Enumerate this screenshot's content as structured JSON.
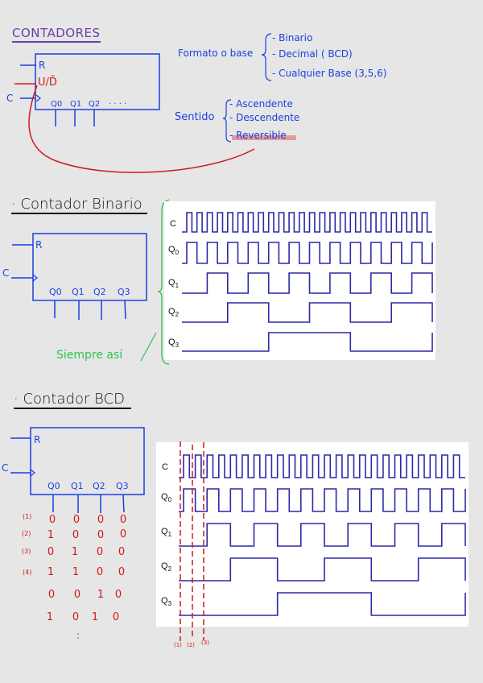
{
  "section1": {
    "title": "CONTADORES",
    "block": {
      "pins": {
        "reset": "R",
        "updown": "U/D̄",
        "clock": "C"
      },
      "outputs": [
        "Q0",
        "Q1",
        "Q2",
        "· · · ·"
      ]
    },
    "formato": {
      "label": "Formato o base",
      "items": [
        "- Binario",
        "- Decimal ( BCD)",
        "- Cualquier Base  (3,5,6)"
      ]
    },
    "sentido": {
      "label": "Sentido",
      "items": [
        "- Ascendente",
        "- Descendente",
        "- Reversible"
      ],
      "highlighted_index": 2
    }
  },
  "section2": {
    "title": "· Contador Binario",
    "block": {
      "pins": {
        "reset": "R",
        "clock": "C"
      },
      "outputs": [
        "Q0",
        "Q1",
        "Q2",
        "Q3"
      ]
    },
    "note": "Siempre así",
    "timing": {
      "signals": [
        "C",
        "Q0",
        "Q1",
        "Q2",
        "Q3"
      ],
      "clock_cycles": 24,
      "counter": "binary"
    }
  },
  "section3": {
    "title": "· Contador BCD",
    "block": {
      "pins": {
        "reset": "R",
        "clock": "C"
      },
      "outputs": [
        "Q0",
        "Q1",
        "Q2",
        "Q3"
      ]
    },
    "table": {
      "row_labels": [
        "(1)",
        "(2)",
        "(3)",
        "(4)",
        "",
        ""
      ],
      "rows": [
        [
          "0",
          "0",
          "0",
          "0"
        ],
        [
          "1",
          "0",
          "0",
          "0"
        ],
        [
          "0",
          "1",
          "0",
          "0"
        ],
        [
          "1",
          "1",
          "0",
          "0"
        ],
        [
          "0",
          "0",
          "1",
          "0"
        ],
        [
          "1",
          "0",
          "1",
          "0"
        ]
      ],
      "continuation": ":"
    },
    "timing": {
      "signals": [
        "C",
        "Q0",
        "Q1",
        "Q2",
        "Q3"
      ],
      "clock_cycles": 24,
      "counter": "binary"
    },
    "markers": [
      "(1)",
      "(2)",
      "(3)"
    ]
  },
  "colors": {
    "ink_blue": "#1a3fe0",
    "ink_red": "#d0181c",
    "ink_green": "#2bc44a",
    "ink_purple": "#6b3fa8",
    "wave": "#2a2aa8",
    "highlight": "#e39a9a"
  }
}
